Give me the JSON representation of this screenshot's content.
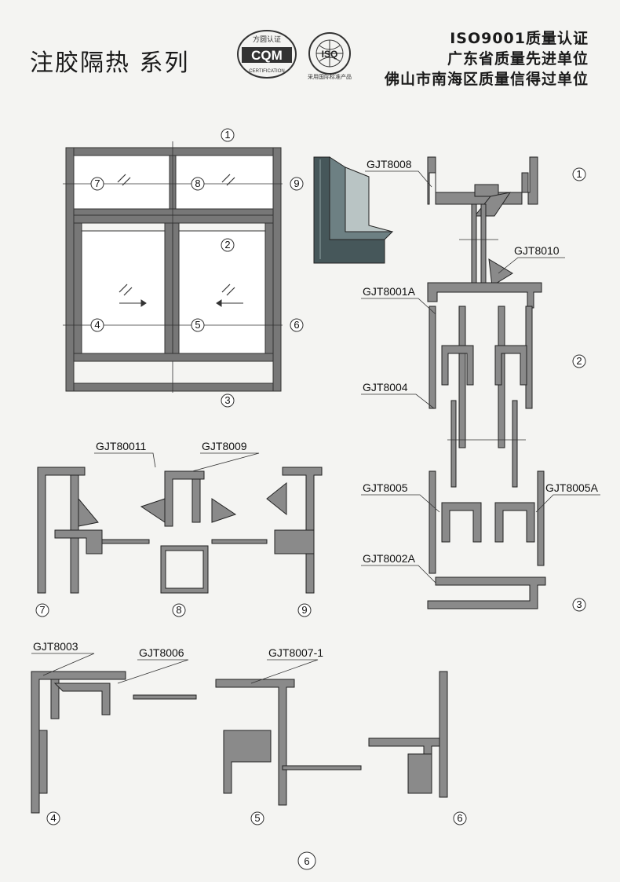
{
  "header": {
    "title": "注胶隔热 系列",
    "certifications": [
      "ISO9001质量认证",
      "广东省质量先进单位",
      "佛山市南海区质量信得过单位"
    ],
    "logo_cqm": {
      "top_text": "方圆认证",
      "main_text": "CQM",
      "bottom_text": "CERTIFICATION"
    },
    "logo_isq": {
      "main_text": "ISQ",
      "bottom_text": "采用国际标准产品"
    }
  },
  "elevation": {
    "markers": [
      "1",
      "2",
      "3",
      "4",
      "5",
      "6",
      "7",
      "8",
      "9"
    ]
  },
  "profiles": {
    "gjt8008": "GJT8008",
    "gjt8010": "GJT8010",
    "gjt8001a": "GJT8001A",
    "gjt8004": "GJT8004",
    "gjt8005": "GJT8005",
    "gjt8005a": "GJT8005A",
    "gjt8002a": "GJT8002A",
    "gjt80011": "GJT80011",
    "gjt8009": "GJT8009",
    "gjt8003": "GJT8003",
    "gjt8006": "GJT8006",
    "gjt8007_1": "GJT8007-1"
  },
  "section_numbers": {
    "s1": "1",
    "s2": "2",
    "s3": "3",
    "s4": "4",
    "s5": "5",
    "s6": "6",
    "s7": "7",
    "s8": "8",
    "s9": "9"
  },
  "page_number": "6"
}
